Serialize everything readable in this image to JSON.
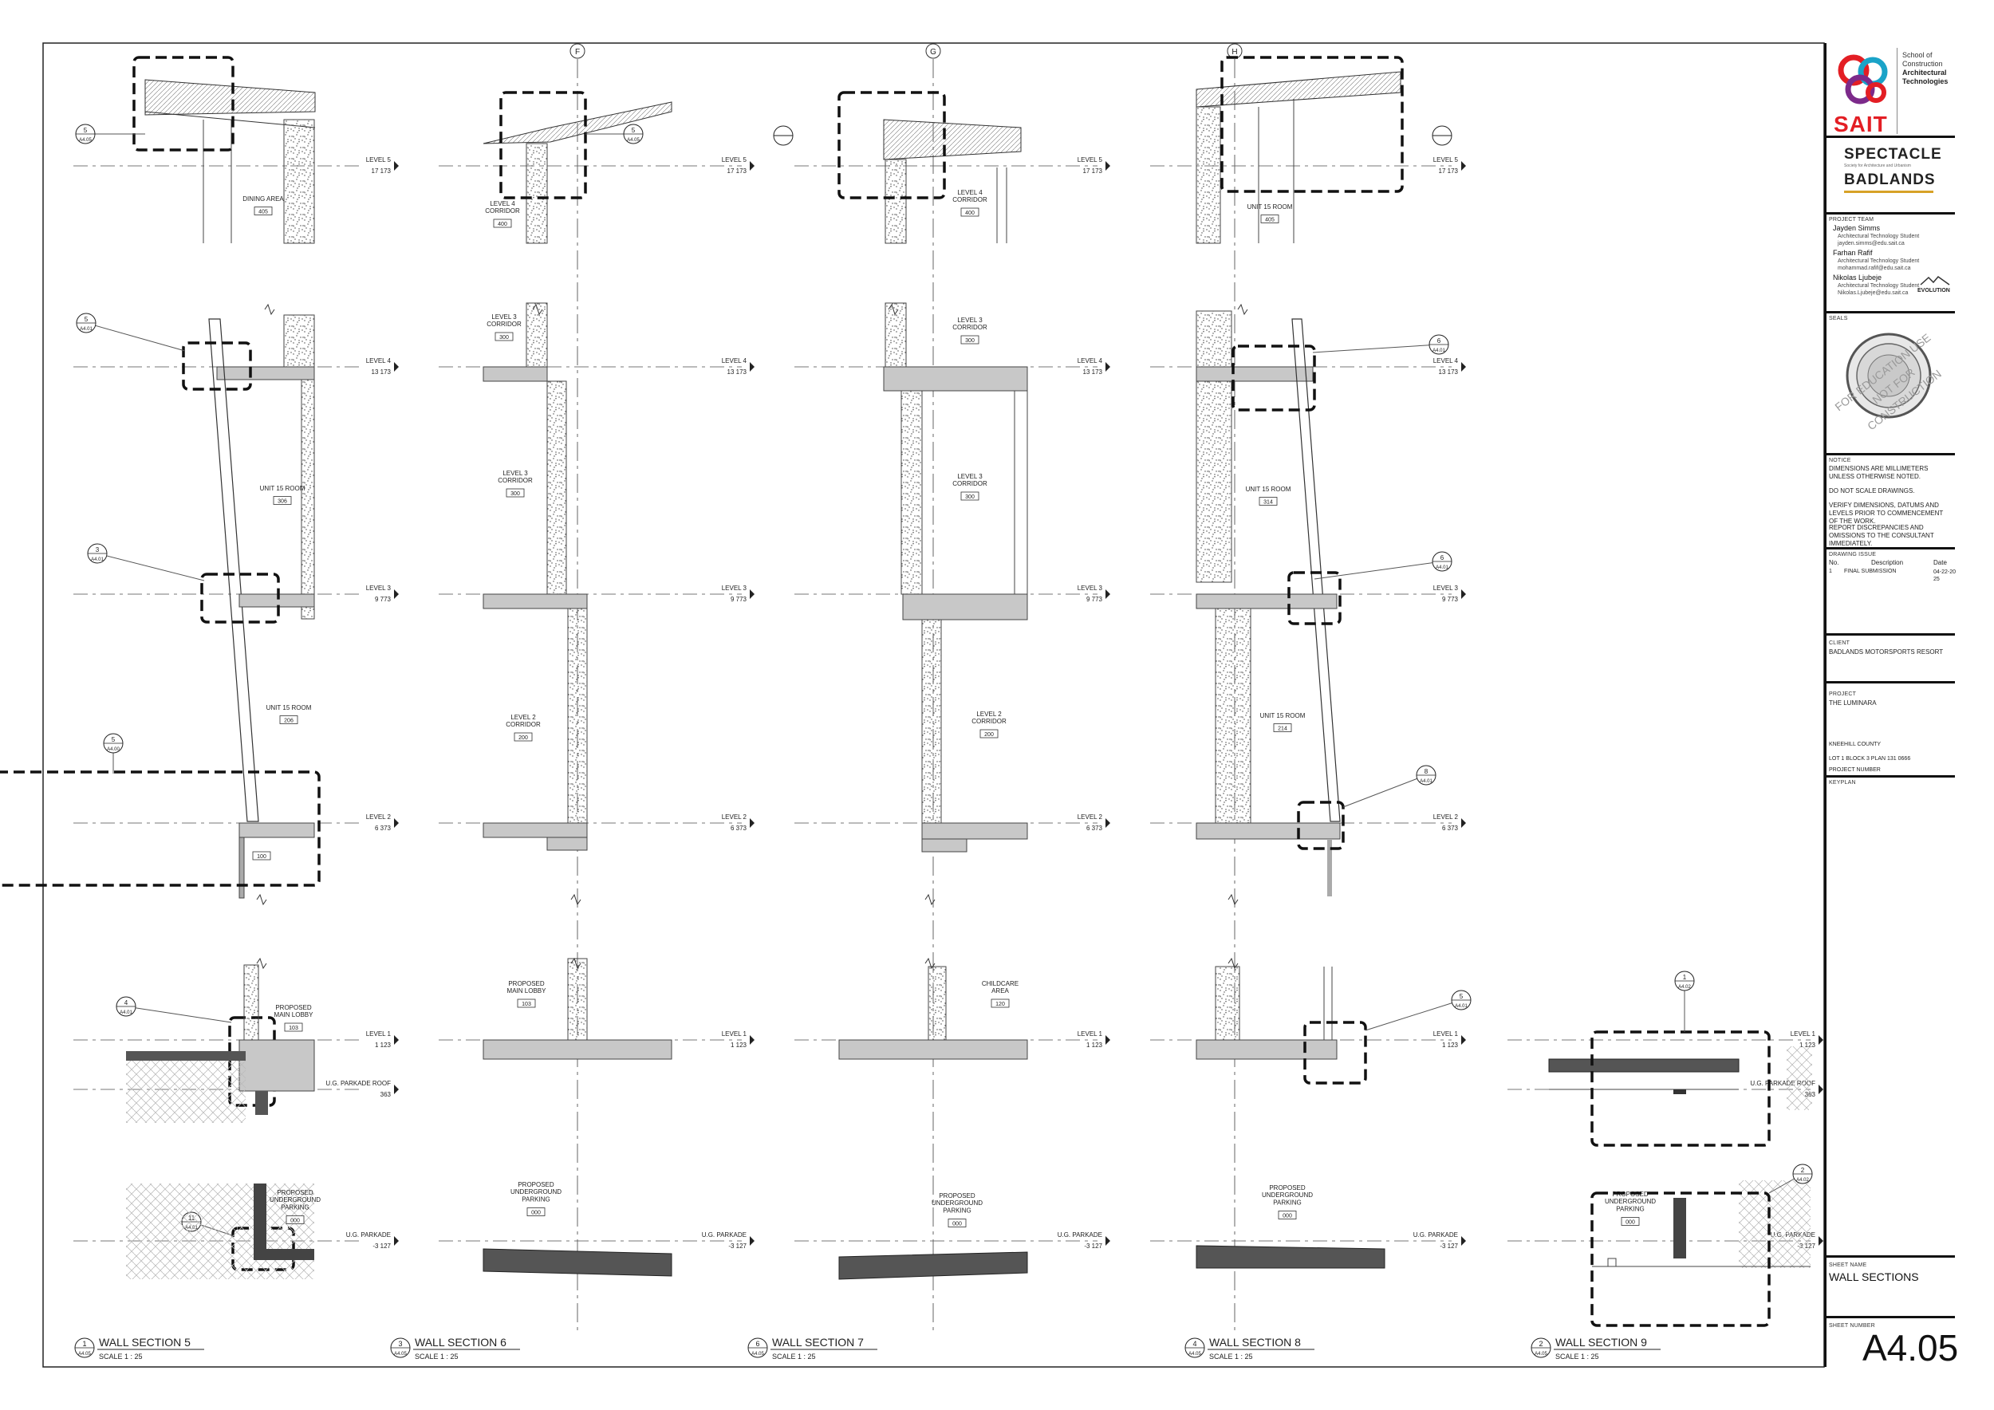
{
  "sheet": {
    "sections": [
      {
        "num": "1",
        "ref": "A4.05",
        "title": "WALL SECTION 5",
        "scale": "SCALE   1 : 25"
      },
      {
        "num": "3",
        "ref": "A4.05",
        "title": "WALL SECTION 6",
        "scale": "SCALE   1 : 25"
      },
      {
        "num": "6",
        "ref": "A4.05",
        "title": "WALL SECTION 7",
        "scale": "SCALE   1 : 25"
      },
      {
        "num": "4",
        "ref": "A4.05",
        "title": "WALL SECTION 8",
        "scale": "SCALE   1 : 25"
      },
      {
        "num": "2",
        "ref": "A4.05",
        "title": "WALL SECTION 9",
        "scale": "SCALE   1 : 25"
      }
    ],
    "grid_bubbles": [
      "F",
      "G",
      "H"
    ],
    "levels": [
      {
        "name": "LEVEL 5",
        "elev": "17 173"
      },
      {
        "name": "LEVEL 4",
        "elev": "13 173"
      },
      {
        "name": "LEVEL 3",
        "elev": "9 773"
      },
      {
        "name": "LEVEL 2",
        "elev": "6 373"
      },
      {
        "name": "LEVEL 1",
        "elev": "1 123"
      },
      {
        "name": "U.G. PARKADE ROOF",
        "elev": "363"
      },
      {
        "name": "U.G. PARKADE",
        "elev": "-3 127"
      }
    ],
    "rooms": {
      "s5": [
        {
          "name": "DINING AREA",
          "num": "405"
        },
        {
          "name": "UNIT 15 ROOM",
          "num": "306"
        },
        {
          "name": "UNIT 15 ROOM",
          "num": "206"
        },
        {
          "name": "",
          "num": "100"
        },
        {
          "name": "PROPOSED\nMAIN LOBBY",
          "num": "103"
        },
        {
          "name": "PROPOSED\nUNDERGROUND\nPARKING",
          "num": "000"
        }
      ],
      "s6": [
        {
          "name": "LEVEL 4\nCORRIDOR",
          "num": "400"
        },
        {
          "name": "LEVEL 3\nCORRIDOR",
          "num": "300"
        },
        {
          "name": "LEVEL 3\nCORRIDOR",
          "num": "300"
        },
        {
          "name": "LEVEL 2\nCORRIDOR",
          "num": "200"
        },
        {
          "name": "PROPOSED\nMAIN LOBBY",
          "num": "103"
        },
        {
          "name": "PROPOSED\nUNDERGROUND\nPARKING",
          "num": "000"
        }
      ],
      "s7": [
        {
          "name": "LEVEL 4\nCORRIDOR",
          "num": "400"
        },
        {
          "name": "LEVEL 3\nCORRIDOR",
          "num": "300"
        },
        {
          "name": "LEVEL 3\nCORRIDOR",
          "num": "300"
        },
        {
          "name": "LEVEL 2\nCORRIDOR",
          "num": "200"
        },
        {
          "name": "CHILDCARE\nAREA",
          "num": "120"
        },
        {
          "name": "PROPOSED\nUNDERGROUND\nPARKING",
          "num": "000"
        }
      ],
      "s8": [
        {
          "name": "UNIT 15 ROOM",
          "num": "405"
        },
        {
          "name": "UNIT 15 ROOM",
          "num": "314"
        },
        {
          "name": "UNIT 15 ROOM",
          "num": "214"
        },
        {
          "name": "PROPOSED\nUNDERGROUND\nPARKING",
          "num": "000"
        }
      ],
      "s9": [
        {
          "name": "PROPOSED\nUNDERGROUND\nPARKING",
          "num": "000"
        }
      ]
    },
    "callouts": {
      "s5": [
        {
          "num": "5",
          "ref": "A4.05"
        },
        {
          "num": "5",
          "ref": "A4.01"
        },
        {
          "num": "3",
          "ref": "A4.01"
        },
        {
          "num": "5",
          "ref": "A4.00"
        },
        {
          "num": "4",
          "ref": "A4.01"
        },
        {
          "num": "11",
          "ref": "A4.01"
        }
      ],
      "s6": [
        {
          "num": "5",
          "ref": "A4.05"
        }
      ],
      "s8": [
        {
          "num": "6",
          "ref": "A4.01"
        },
        {
          "num": "6",
          "ref": "A4.01"
        },
        {
          "num": "8",
          "ref": "A4.01"
        },
        {
          "num": "5",
          "ref": "A4.01"
        }
      ],
      "s9": [
        {
          "num": "1",
          "ref": "A4.02"
        },
        {
          "num": "2",
          "ref": "A4.02"
        }
      ]
    }
  },
  "title_block": {
    "school_line1": "School of",
    "school_line2": "Construction",
    "school_line3": "Architectural",
    "school_line4": "Technologies",
    "sait": "SAIT",
    "spectacle": "SPECTACLE",
    "spectacle_sub": "Society for Architecture and Urbanism",
    "badlands": "BADLANDS",
    "project_team_label": "PROJECT TEAM",
    "team": [
      {
        "name": "Jayden Simms",
        "role": "Architectural Technology Student",
        "email": "jayden.simms@edu.sait.ca"
      },
      {
        "name": "Farhan Rafif",
        "role": "Architectural Technology Student",
        "email": "mohammad.rafif@edu.sait.ca"
      },
      {
        "name": "Nikolas Ljubeje",
        "role": "Architectural Technology Student",
        "email": "Nikolas.Ljubeje@edu.sait.ca"
      }
    ],
    "evolution": "EVOLUTION",
    "seals_label": "SEALS",
    "stamp_line1": "FOR EDUCATION USE",
    "stamp_line2": "NOT FOR CONSTRUCTION",
    "notice_label": "NOTICE",
    "notices": [
      "DIMENSIONS ARE MILLIMETERS UNLESS OTHERWISE NOTED.",
      "DO NOT SCALE DRAWINGS.",
      "VERIFY DIMENSIONS, DATUMS AND LEVELS PRIOR TO COMMENCEMENT OF THE WORK.",
      "REPORT DISCREPANCIES AND OMISSIONS TO THE CONSULTANT IMMEDIATELY."
    ],
    "drawing_issue_label": "DRAWING ISSUE",
    "issue_headers": {
      "no": "No.",
      "desc": "Description",
      "date": "Date"
    },
    "issue_row": {
      "no": "1",
      "desc": "FINAL SUBMISSION",
      "date": "04-22-20\n25"
    },
    "client_label": "CLIENT",
    "client": "BADLANDS MOTORSPORTS RESORT",
    "project_label": "PROJECT",
    "project": "THE LUMINARA",
    "county": "KNEEHILL COUNTY",
    "lot": "LOT 1 BLOCK 3 PLAN 131 0666",
    "project_number_label": "PROJECT NUMBER",
    "keyplan_label": "KEYPLAN",
    "sheet_name_label": "SHEET NAME",
    "sheet_name": "WALL SECTIONS",
    "sheet_number_label": "SHEET NUMBER",
    "sheet_number": "A4.05"
  }
}
